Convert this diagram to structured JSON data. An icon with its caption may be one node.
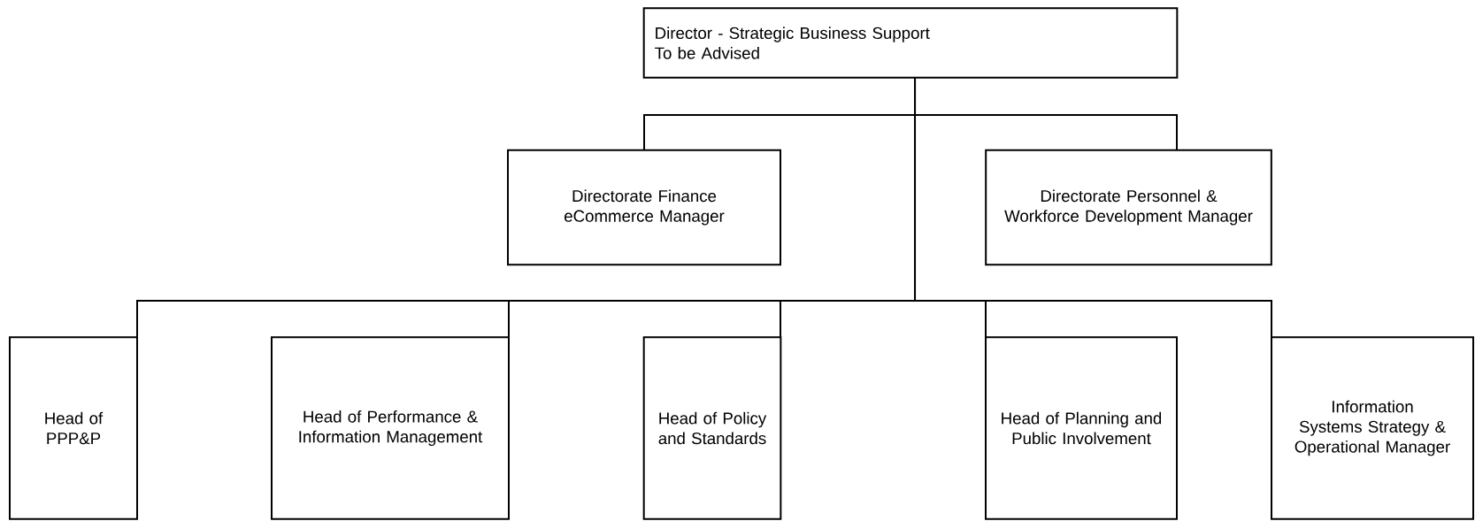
{
  "diagram": {
    "nodes": [
      {
        "text": [
          "Director - Strategic Business Support",
          "To be Advised"
        ]
      },
      {
        "text": [
          "Directorate Finance eCommerce Manager"
        ]
      },
      {
        "text": [
          "Directorate Personnel & Workforce Development Manager"
        ]
      },
      {
        "text": [
          "Head of PPP&P"
        ]
      },
      {
        "text": [
          "Head of Performance & Information Management"
        ]
      },
      {
        "text": [
          "Head of Policy and Standards"
        ]
      },
      {
        "text": [
          "Head of Planning and Public Involvement"
        ]
      },
      {
        "text": [
          "Information Systems Strategy & Operational Manager"
        ]
      }
    ],
    "edges": [
      {
        "from": 0,
        "to": 1,
        "arrow": "none"
      },
      {
        "from": 0,
        "to": 2,
        "arrow": "none"
      },
      {
        "from": 0,
        "to": 3,
        "arrow": "none"
      },
      {
        "from": 0,
        "to": 4,
        "arrow": "none"
      },
      {
        "from": 0,
        "to": 5,
        "arrow": "none"
      },
      {
        "from": 0,
        "to": 6,
        "arrow": "none"
      },
      {
        "from": 0,
        "to": 7,
        "arrow": "none"
      }
    ]
  }
}
